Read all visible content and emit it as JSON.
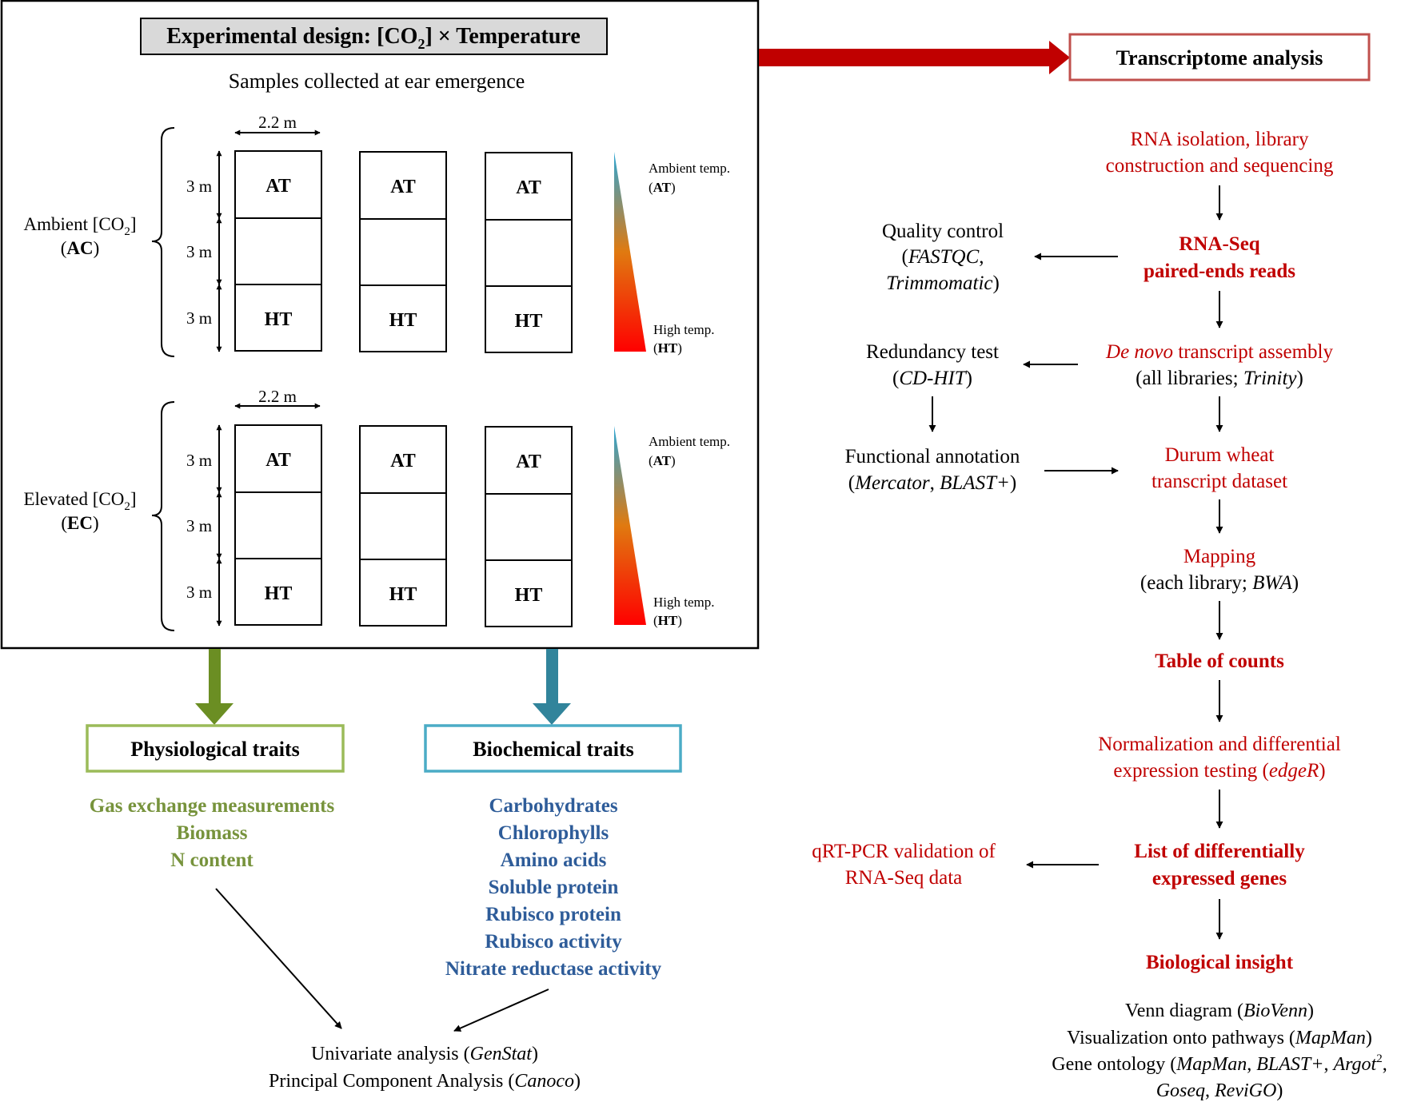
{
  "colors": {
    "red_text": "#c00000",
    "dark_red": "#c00000",
    "green": "#77933c",
    "green_arrow": "#6b8e23",
    "green_box": "#9bbb59",
    "blue_text": "#2e5c99",
    "teal_arrow": "#31849b",
    "teal_box": "#4bacc6",
    "gradient_top": "#2ba6d6",
    "gradient_mid": "#e07a10",
    "gradient_bottom": "#ff0000",
    "title_box_fill": "#d9d9d9"
  },
  "design": {
    "title_pre": "Experimental design: [CO",
    "title_sub": "2",
    "title_post": "] × Temperature",
    "samples_note": "Samples collected at ear emergence",
    "ambient_block": {
      "width_label": "2.2 m",
      "row_height_labels": [
        "3 m",
        "3 m",
        "3 m"
      ],
      "group_label_pre": "Ambient [CO",
      "group_label_sub": "2",
      "group_label_post": "]",
      "group_abbr_open": "(",
      "group_abbr": "AC",
      "group_abbr_close": ")",
      "plot_top_label": "AT",
      "plot_bottom_label": "HT",
      "temp_top_label": "Ambient temp.",
      "temp_top_abbr": "AT",
      "temp_bottom_label": "High temp.",
      "temp_bottom_abbr": "HT"
    },
    "elevated_block": {
      "width_label": "2.2 m",
      "row_height_labels": [
        "3 m",
        "3 m",
        "3 m"
      ],
      "group_label_pre": "Elevated [CO",
      "group_label_sub": "2",
      "group_label_post": "]",
      "group_abbr_open": "(",
      "group_abbr": "EC",
      "group_abbr_close": ")",
      "plot_top_label": "AT",
      "plot_bottom_label": "HT",
      "temp_top_label": "Ambient temp.",
      "temp_top_abbr": "AT",
      "temp_bottom_label": "High temp.",
      "temp_bottom_abbr": "HT"
    }
  },
  "physiological": {
    "title": "Physiological traits",
    "items": [
      "Gas exchange measurements",
      "Biomass",
      "N content"
    ]
  },
  "biochemical": {
    "title": "Biochemical traits",
    "items": [
      "Carbohydrates",
      "Chlorophylls",
      "Amino acids",
      "Soluble protein",
      "Rubisco protein",
      "Rubisco activity",
      "Nitrate reductase activity"
    ]
  },
  "analysis": {
    "line1_pre": "Univariate analysis (",
    "line1_tool": "GenStat",
    "line1_post": ")",
    "line2_pre": "Principal Component Analysis (",
    "line2_tool": "Canoco",
    "line2_post": ")"
  },
  "transcriptome": {
    "title": "Transcriptome analysis",
    "rna_isolation": [
      "RNA isolation, library",
      "construction and sequencing"
    ],
    "rnaseq": [
      "RNA-Seq",
      "paired-ends reads"
    ],
    "quality_control": {
      "line1": "Quality control",
      "line2_open": "(",
      "line2_tool": "FASTQC",
      "line2_close": ",",
      "line3_tool": "Trimmomatic",
      "line3_close": ")"
    },
    "assembly": {
      "line1_italic": "De novo",
      "line1_rest": " transcript assembly",
      "line2_pre": "(all libraries; ",
      "line2_tool": "Trinity",
      "line2_post": ")"
    },
    "redundancy": {
      "line1": "Redundancy test",
      "line2_open": "(",
      "line2_tool": "CD-HIT",
      "line2_close": ")"
    },
    "functional": {
      "line1": "Functional annotation",
      "line2_open": "(",
      "line2_tool1": "Mercator",
      "line2_sep": ", ",
      "line2_tool2": "BLAST+",
      "line2_close": ")"
    },
    "dataset": [
      "Durum wheat",
      "transcript dataset"
    ],
    "mapping": {
      "line1": "Mapping",
      "line2_pre": "(each library; ",
      "line2_tool": "BWA",
      "line2_post": ")"
    },
    "counts": "Table of counts",
    "normalization": {
      "line1": "Normalization and differential",
      "line2_pre": "expression testing (",
      "line2_tool": "edgeR",
      "line2_post": ")"
    },
    "deg": [
      "List of differentially",
      "expressed genes"
    ],
    "qrtpcr": [
      "qRT-PCR validation of",
      "RNA-Seq data"
    ],
    "insight": "Biological insight",
    "venn": {
      "pre": "Venn diagram (",
      "tool": "BioVenn",
      "post": ")"
    },
    "pathways": {
      "pre": "Visualization onto pathways (",
      "tool": "MapMan",
      "post": ")"
    },
    "go": {
      "pre": "Gene ontology (",
      "tool1": "MapMan",
      "sep1": ", ",
      "tool2": "BLAST+",
      "sep2": ", ",
      "tool3": "Argot",
      "tool3_sup": "2",
      "sep3": ",",
      "tool4": "Goseq",
      "sep4": ", ",
      "tool5": "ReviGO",
      "post": ")"
    }
  }
}
